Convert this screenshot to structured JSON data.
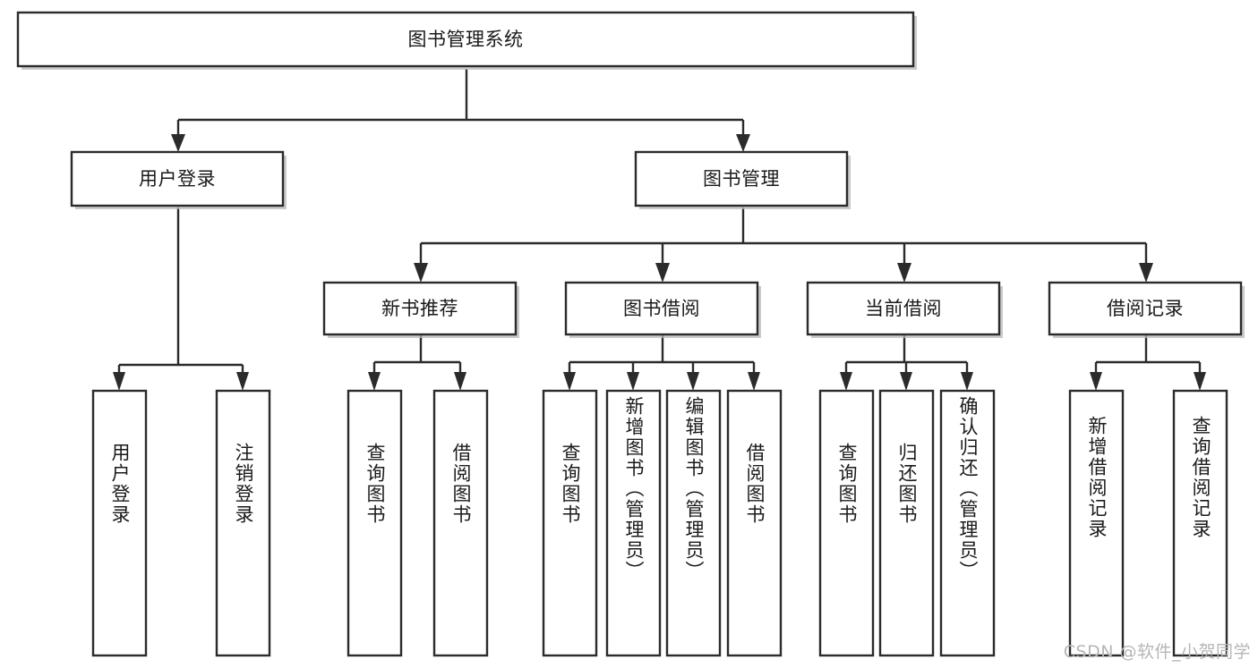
{
  "diagram": {
    "type": "tree-hierarchy",
    "title": "图书管理系统",
    "watermark": "CSDN @软件_小贺同学",
    "colors": {
      "background": "#ffffff",
      "stroke": "#2b2b2b",
      "text": "#1a1a1a",
      "shadow": "#b8b8b8",
      "watermark": "#b6b6b6"
    },
    "levels": {
      "root": {
        "label": "图书管理系统"
      },
      "level2": [
        {
          "label": "用户登录"
        },
        {
          "label": "图书管理"
        }
      ],
      "level3": [
        {
          "label": "新书推荐"
        },
        {
          "label": "图书借阅"
        },
        {
          "label": "当前借阅"
        },
        {
          "label": "借阅记录"
        }
      ],
      "leaves": {
        "user_login": [
          {
            "label": "用户登录"
          },
          {
            "label": "注销登录"
          }
        ],
        "new_book_recommend": [
          {
            "label": "查询图书"
          },
          {
            "label": "借阅图书"
          }
        ],
        "book_borrow": [
          {
            "label": "查询图书"
          },
          {
            "label": "新增图书（管理员）"
          },
          {
            "label": "编辑图书（管理员）"
          },
          {
            "label": "借阅图书"
          }
        ],
        "current_borrow": [
          {
            "label": "查询图书"
          },
          {
            "label": "归还图书"
          },
          {
            "label": "确认归还（管理员）"
          }
        ],
        "borrow_record": [
          {
            "label": "新增借阅记录"
          },
          {
            "label": "查询借阅记录"
          }
        ]
      }
    },
    "edges": [
      {
        "from": "图书管理系统",
        "to": "用户登录"
      },
      {
        "from": "图书管理系统",
        "to": "图书管理"
      },
      {
        "from": "用户登录",
        "to": "用户登录"
      },
      {
        "from": "用户登录",
        "to": "注销登录"
      },
      {
        "from": "图书管理",
        "to": "新书推荐"
      },
      {
        "from": "图书管理",
        "to": "图书借阅"
      },
      {
        "from": "图书管理",
        "to": "当前借阅"
      },
      {
        "from": "图书管理",
        "to": "借阅记录"
      },
      {
        "from": "新书推荐",
        "to": "查询图书"
      },
      {
        "from": "新书推荐",
        "to": "借阅图书"
      },
      {
        "from": "图书借阅",
        "to": "查询图书"
      },
      {
        "from": "图书借阅",
        "to": "新增图书（管理员）"
      },
      {
        "from": "图书借阅",
        "to": "编辑图书（管理员）"
      },
      {
        "from": "图书借阅",
        "to": "借阅图书"
      },
      {
        "from": "当前借阅",
        "to": "查询图书"
      },
      {
        "from": "当前借阅",
        "to": "归还图书"
      },
      {
        "from": "当前借阅",
        "to": "确认归还（管理员）"
      },
      {
        "from": "借阅记录",
        "to": "新增借阅记录"
      },
      {
        "from": "借阅记录",
        "to": "查询借阅记录"
      }
    ]
  }
}
